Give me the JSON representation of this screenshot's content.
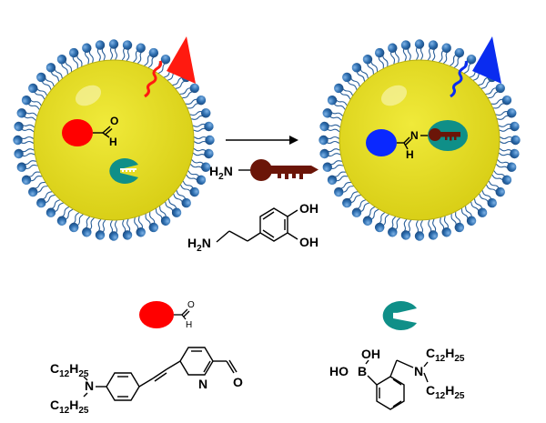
{
  "colors": {
    "vesicle_core": "#e4dc1e",
    "lipid_head": "#2f6fb0",
    "aldehyde_dye_before": "#ff0000",
    "aldehyde_dye_after": "#0a28ff",
    "receptor": "#0f8f88",
    "key": "#6b1508",
    "probe_before": "#ff1a10",
    "probe_after": "#0a2cf0"
  },
  "icons": {
    "reaction_arrow": "arrow-right-icon",
    "analyte_key": "key-icon"
  },
  "labels": {
    "aldehyde_O": "O",
    "aldehyde_H": "H",
    "imine_N": "N",
    "imine_H": "H",
    "amine_group": "H2N",
    "dopamine_amine": "H2N",
    "dopamine_oh1": "OH",
    "dopamine_oh2": "OH",
    "legend_O": "O",
    "legend_H": "H",
    "dye_alkyl_top": "C12H25",
    "dye_N": "N",
    "dye_alkyl_bottom": "C12H25",
    "dye_pyridine_N": "N",
    "dye_carbonyl_O": "O",
    "boronic_OH": "OH",
    "boronic_HO": "HO",
    "boronic_B": "B",
    "receptor_N": "N",
    "receptor_alkyl_top": "C12H25",
    "receptor_alkyl_bottom": "C12H25"
  }
}
